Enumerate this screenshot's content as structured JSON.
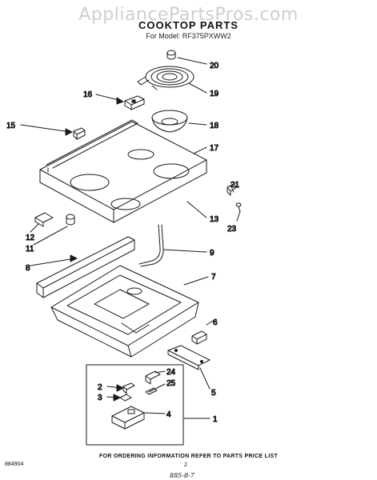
{
  "watermark": "AppliancePartsPros.com",
  "title": "COOKTOP PARTS",
  "subtitle": "For Model: RF375PXWW2",
  "callouts": [
    {
      "id": "c20",
      "label": "20"
    },
    {
      "id": "c19",
      "label": "19"
    },
    {
      "id": "c16",
      "label": "16"
    },
    {
      "id": "c18",
      "label": "18"
    },
    {
      "id": "c15",
      "label": "15"
    },
    {
      "id": "c17",
      "label": "17"
    },
    {
      "id": "c21",
      "label": "21"
    },
    {
      "id": "c13",
      "label": "13"
    },
    {
      "id": "c23",
      "label": "23"
    },
    {
      "id": "c12",
      "label": "12"
    },
    {
      "id": "c11",
      "label": "11"
    },
    {
      "id": "c9",
      "label": "9"
    },
    {
      "id": "c8",
      "label": "8"
    },
    {
      "id": "c7",
      "label": "7"
    },
    {
      "id": "c6",
      "label": "6"
    },
    {
      "id": "c5",
      "label": "5"
    },
    {
      "id": "c2",
      "label": "2"
    },
    {
      "id": "c24",
      "label": "24"
    },
    {
      "id": "c25",
      "label": "25"
    },
    {
      "id": "c3",
      "label": "3"
    },
    {
      "id": "c4",
      "label": "4"
    },
    {
      "id": "c1",
      "label": "1"
    }
  ],
  "footer": {
    "note": "FOR ORDERING INFORMATION REFER TO PARTS PRICE LIST",
    "part_code": "884904",
    "page_number": "2",
    "handwritten_mark": "885-8-7"
  }
}
